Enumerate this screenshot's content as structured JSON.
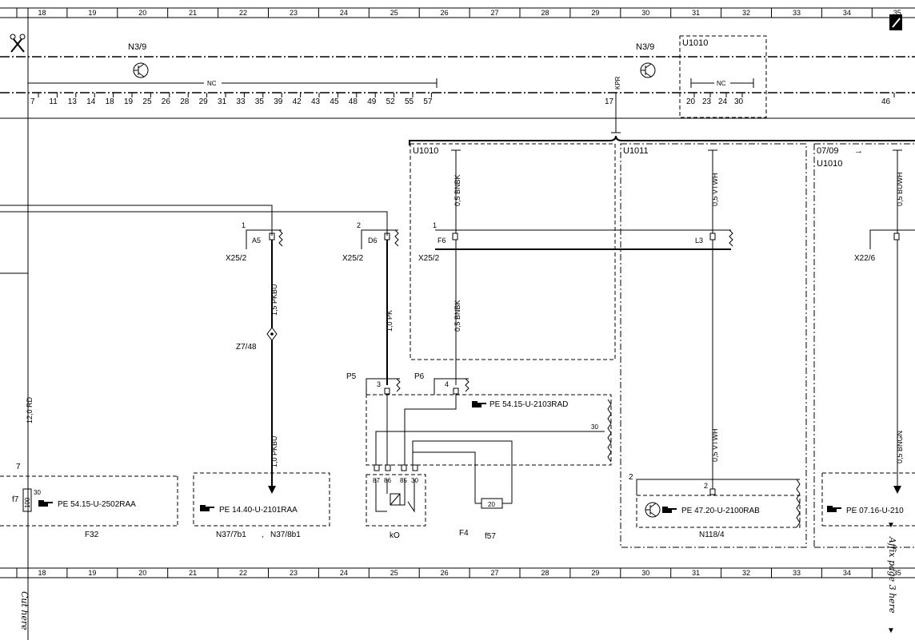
{
  "ruler": {
    "columns": [
      "18",
      "19",
      "20",
      "21",
      "22",
      "23",
      "24",
      "25",
      "26",
      "27",
      "28",
      "29",
      "30",
      "31",
      "32",
      "33",
      "34",
      "35"
    ]
  },
  "top": {
    "left_ecu": "N3/9",
    "right_ecu": "N3/9",
    "box_ref": "U1010",
    "nc_left": "NC",
    "nc_right": "NC",
    "kpr": "KPR",
    "pins_left": [
      "7",
      "11",
      "13",
      "14",
      "18",
      "19",
      "25",
      "26",
      "28",
      "29",
      "31",
      "33",
      "35",
      "39",
      "42",
      "43",
      "45",
      "48",
      "49",
      "52",
      "55",
      "57"
    ],
    "pin_17": "17",
    "pins_right": [
      "20",
      "23",
      "24",
      "30"
    ],
    "pin_46": "46"
  },
  "boxes": {
    "u1010_mid": "U1010",
    "u1011": "U1011",
    "ref_0709": "07/09",
    "arrow": "→",
    "u1010_right": "U1010"
  },
  "wires": {
    "w_05bnbk_top": "0,5 BNBK",
    "w_05vtwh_top": "0,5 VTWH",
    "w_05buwh": "0,5 BUWH",
    "w_15pkbu": "1,5 PKBU",
    "w_10pk": "1,0 PK",
    "w_05bnbk": "0,5 BNBK",
    "w_120rd": "12,0 RD",
    "w_10pkbu": "1,0 PKBU",
    "w_05vtwh": "0,5 VTWH",
    "w_05bngn": "0,5 BNGN"
  },
  "connectors": {
    "pin1_a": "1",
    "a5": "A5",
    "x25_2_a": "X25/2",
    "pin2_b": "2",
    "d6": "D6",
    "x25_2_b": "X25/2",
    "pin1_c": "1",
    "f6": "F6",
    "l3": "L3",
    "x25_2_c": "X25/2",
    "x22_6": "X22/6",
    "z7_48": "Z7/48"
  },
  "relay": {
    "p5": "P5",
    "p6": "P6",
    "pin3": "3",
    "pin4": "4",
    "pe_ref": "PE 54.15-U-2103RAD",
    "pin30": "30",
    "pins": [
      "87",
      "86",
      "85",
      "30"
    ],
    "k0": "kO",
    "f4": "F4",
    "f57": "f57",
    "fuse_val": "20"
  },
  "bottom": {
    "pin7": "7",
    "f7": "f7",
    "fuse_100": "100",
    "pin30_f": "30",
    "pe_f32": "PE 54.15-U-2502RAA",
    "f32": "F32",
    "pe_n37": "PE 14.40-U-2101RAA",
    "n37": "N37/7b1",
    "comma": ",",
    "n37_8": "N37/8b1",
    "pin2_n": "2",
    "pin2_n2": "2",
    "pe_n118": "PE 47.20-U-2100RAB",
    "n118": "N118/4",
    "pe_0716": "PE 07.16-U-210"
  },
  "margin": {
    "cut_here": "Cut here",
    "affix": "Affix page 3 here",
    "triangle": "▼"
  }
}
